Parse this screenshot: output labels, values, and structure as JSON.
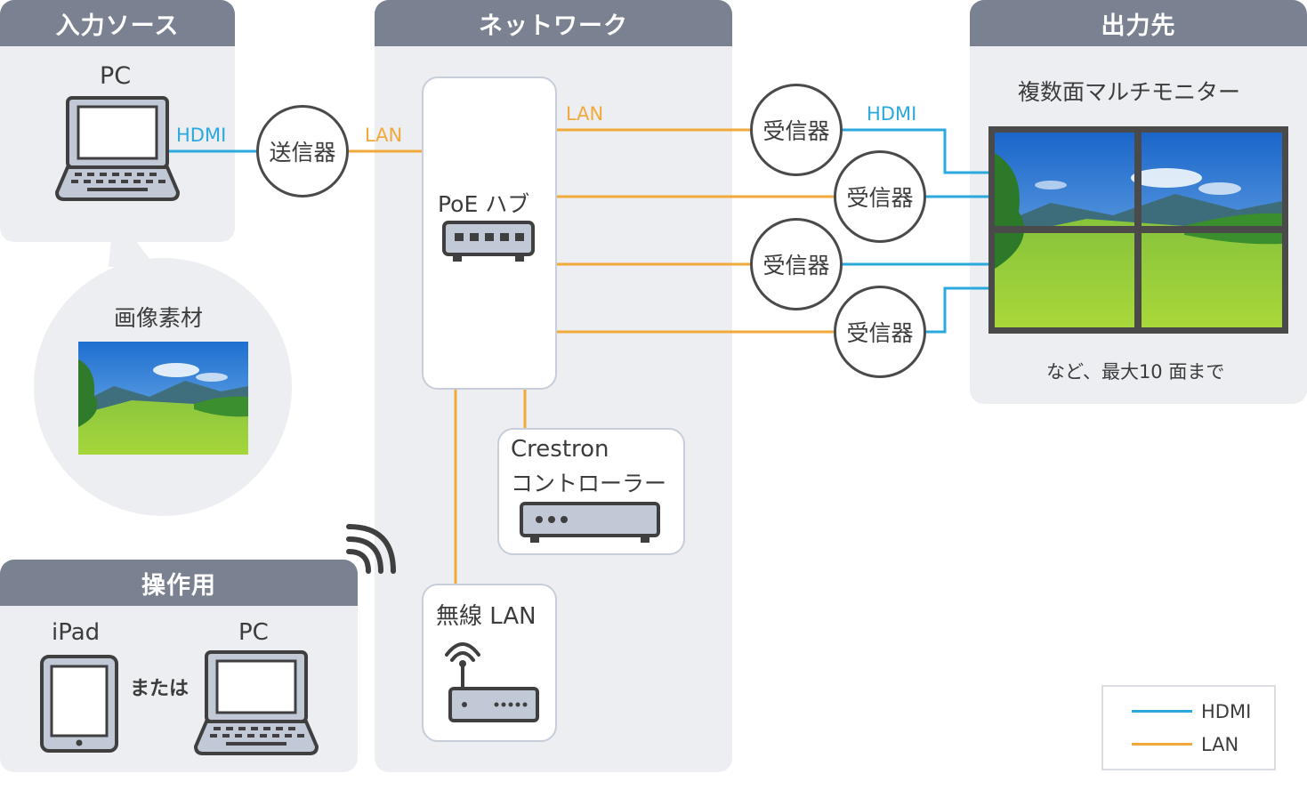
{
  "panels": {
    "input": {
      "title": "入力ソース"
    },
    "network": {
      "title": "ネットワーク"
    },
    "output": {
      "title": "出力先"
    },
    "control": {
      "title": "操作用"
    }
  },
  "input_source": {
    "pc_label": "PC",
    "material_label": "画像素材",
    "hdmi_label": "HDMI"
  },
  "transmitter": {
    "label": "送信器",
    "lan_label": "LAN"
  },
  "hub": {
    "label": "PoE ハブ",
    "lan_label": "LAN"
  },
  "controller": {
    "line1": "Crestron",
    "line2": "コントローラー"
  },
  "wireless": {
    "label": "無線 LAN"
  },
  "receivers": {
    "label": "受信器",
    "hdmi_label": "HDMI"
  },
  "output": {
    "title": "複数面マルチモニター",
    "note": "など、最大10 面まで"
  },
  "control": {
    "ipad_label": "iPad",
    "or_label": "または",
    "pc_label": "PC"
  },
  "legend": {
    "hdmi": "HDMI",
    "lan": "LAN"
  },
  "colors": {
    "hdmi": "#2ba8dc",
    "lan": "#f2a93b",
    "panel_header": "#7a8190",
    "panel_bg": "#eceef2"
  }
}
